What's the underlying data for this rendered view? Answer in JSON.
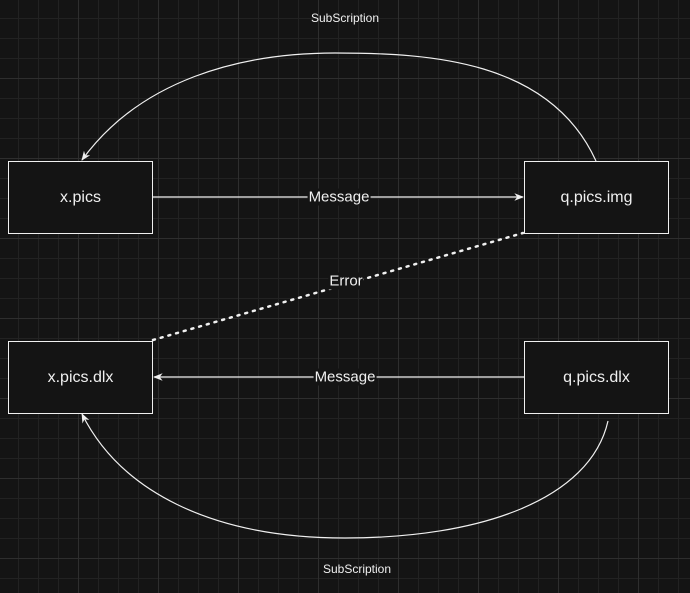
{
  "nodes": {
    "x_pics": "x.pics",
    "q_pics_img": "q.pics.img",
    "x_pics_dlx": "x.pics.dlx",
    "q_pics_dlx": "q.pics.dlx"
  },
  "edges": {
    "top_message": "Message",
    "bottom_message": "Message",
    "error": "Error",
    "top_subscription": "SubScription",
    "bottom_subscription": "SubScription"
  },
  "colors": {
    "background": "#141414",
    "stroke": "#f0f0f0",
    "grid": "#2e2e2e"
  }
}
